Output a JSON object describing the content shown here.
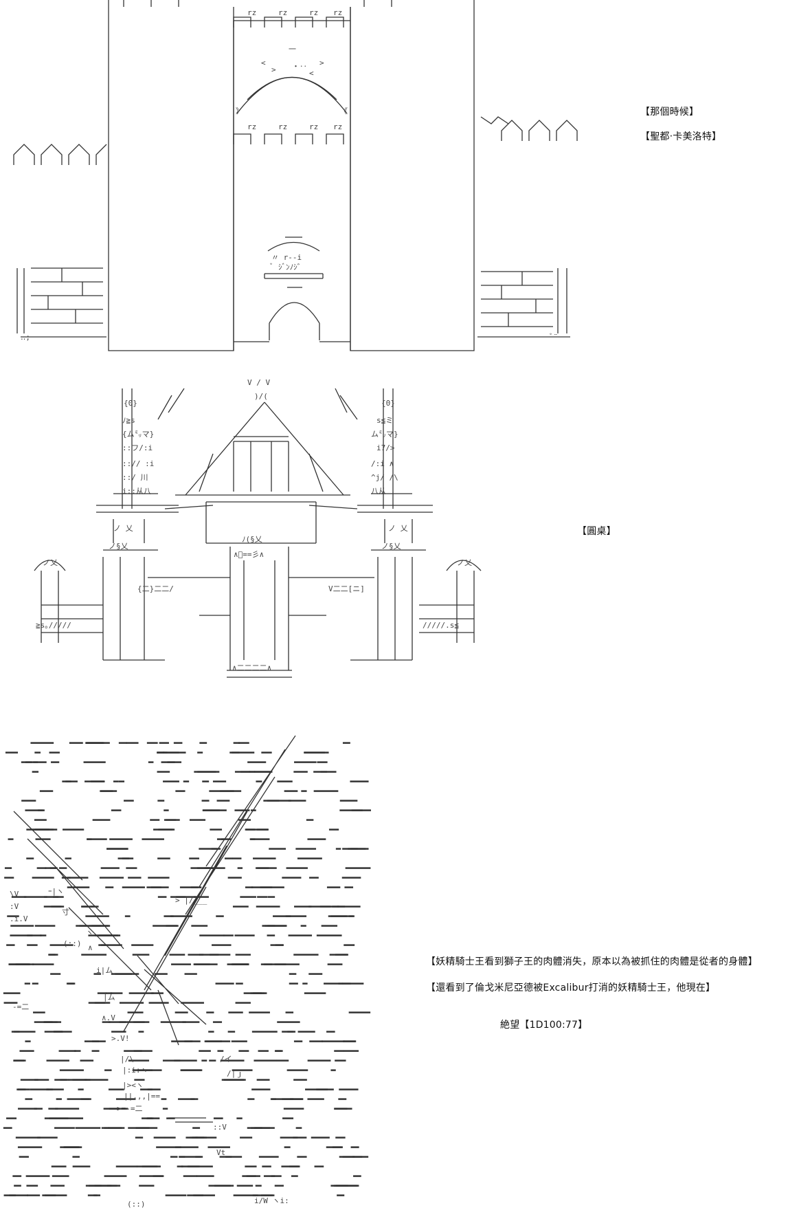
{
  "panels": [
    {
      "id": "castle",
      "captions": [
        "【那個時候】",
        "【聖都‧卡美洛特】"
      ]
    },
    {
      "id": "round-table",
      "captions": [
        "【圓桌】"
      ]
    },
    {
      "id": "fairy-knight",
      "captions": [
        "【妖精騎士王看到獅子王的肉體消失，原本以為被抓住的肉體是從者的身體】",
        "【還看到了倫戈米尼亞德被Excalibur打消的妖精騎士王，他現在】",
        "絶望【1D100:77】"
      ]
    }
  ],
  "colors": {
    "ink": "#222222",
    "paper": "#ffffff"
  }
}
